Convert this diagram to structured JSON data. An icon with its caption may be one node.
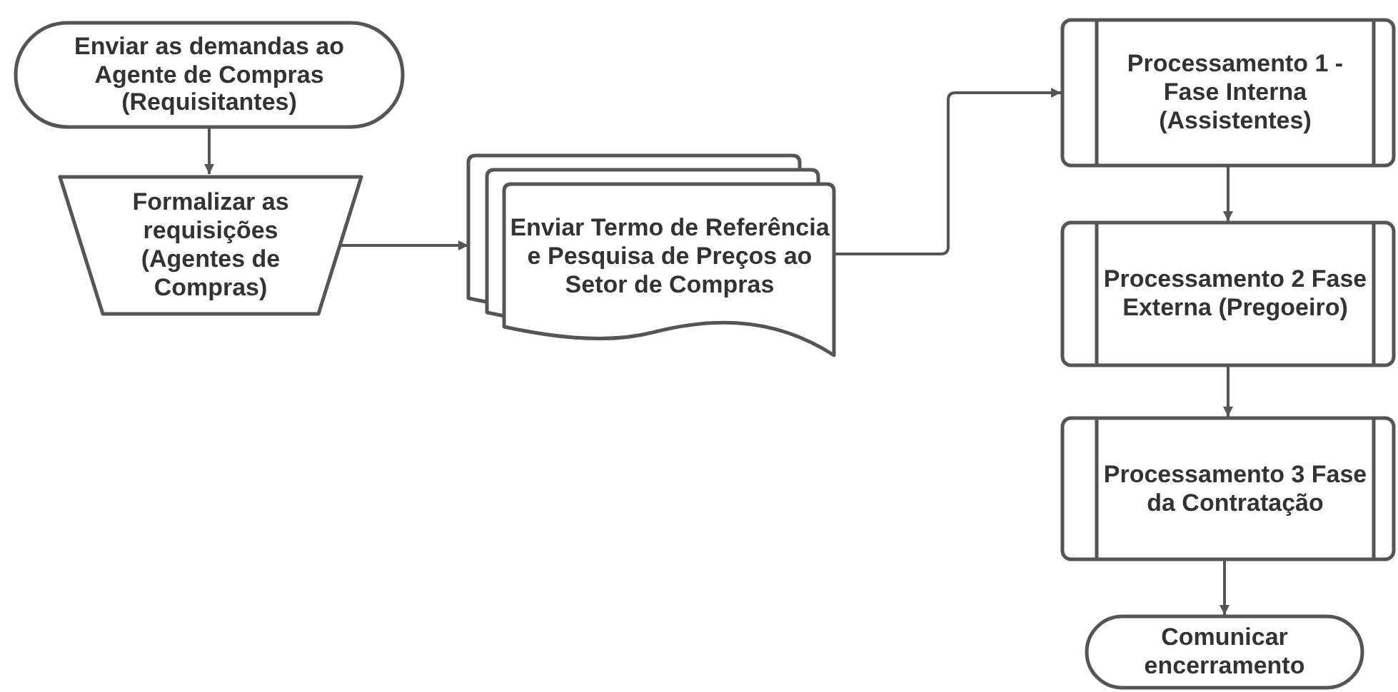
{
  "diagram": {
    "nodes": [
      {
        "text": [
          "Enviar as demandas ao Agente de Compras (Requisitantes)"
        ]
      },
      {
        "text": [
          "Formalizar as requisições (Agentes de Compras)"
        ]
      },
      {
        "text": [
          "Enviar Termo de Referência e Pesquisa de Preços ao Setor de Compras"
        ]
      },
      {
        "text": [
          "Processamento 1 - Fase Interna (Assistentes)"
        ]
      },
      {
        "text": [
          "Processamento 2 Fase Externa (Pregoeiro)"
        ]
      },
      {
        "text": [
          "Processamento 3 Fase da Contratação"
        ]
      },
      {
        "text": [
          "Comunicar encerramento"
        ]
      }
    ],
    "edges": [
      {
        "from": 0,
        "to": 1,
        "arrow": "to"
      },
      {
        "from": 1,
        "to": 2,
        "arrow": "to"
      },
      {
        "from": 2,
        "to": 3,
        "arrow": "to"
      },
      {
        "from": 3,
        "to": 4,
        "arrow": "to"
      },
      {
        "from": 4,
        "to": 5,
        "arrow": "to"
      },
      {
        "from": 5,
        "to": 6,
        "arrow": "to"
      }
    ]
  }
}
